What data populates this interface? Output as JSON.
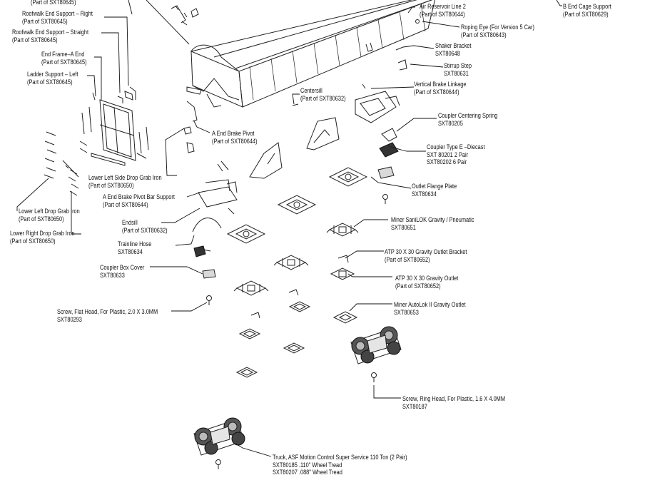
{
  "callouts": [
    {
      "id": "roofwalk-end-support-right-top",
      "lines": [
        "(Part of SXT80645)"
      ]
    },
    {
      "id": "roofwalk-end-support-right",
      "lines": [
        "Roofwalk End Support – Right",
        "(Part of SXT80645)"
      ]
    },
    {
      "id": "roofwalk-end-support-straight",
      "lines": [
        "Roofwalk End Support – Straight",
        "(Part of SXT80645)"
      ]
    },
    {
      "id": "end-frame-a-end",
      "lines": [
        "End Frame–A End",
        "(Part of SXT80645)"
      ]
    },
    {
      "id": "ladder-support-left",
      "lines": [
        "Ladder Support – Left",
        "(Part of SXT80645)"
      ]
    },
    {
      "id": "air-reservoir-line-2",
      "lines": [
        "Air Reservoir Line 2",
        "(Part of SXT80644)"
      ]
    },
    {
      "id": "b-end-cage-support",
      "lines": [
        "B End Cage Support",
        "(Part of SXT80629)"
      ]
    },
    {
      "id": "roping-eye",
      "lines": [
        "Roping Eye (For Version 5 Car)",
        "(Part of SXT80643)"
      ]
    },
    {
      "id": "shaker-bracket",
      "lines": [
        "Shaker Bracket",
        "SXT80648"
      ]
    },
    {
      "id": "stirrup-step",
      "lines": [
        "Stirrup Step",
        "SXT80631"
      ]
    },
    {
      "id": "vertical-brake-linkage",
      "lines": [
        "Vertical Brake Linkage",
        "(Part of SXT80644)"
      ]
    },
    {
      "id": "centersill",
      "lines": [
        "Centersill",
        "(Part of SXT80632)"
      ]
    },
    {
      "id": "coupler-centering-spring",
      "lines": [
        "Coupler Centering Spring",
        "SXT80205"
      ]
    },
    {
      "id": "a-end-brake-pivot",
      "lines": [
        "A End Brake Pivot",
        "(Part of SXT80644)"
      ]
    },
    {
      "id": "coupler-type-e",
      "lines": [
        "Coupler Type E –Diecast",
        "SXT 80201 2 Pair",
        "SXT80202 6 Pair"
      ]
    },
    {
      "id": "lower-left-side-drop-grab-iron",
      "lines": [
        "Lower Left Side Drop Grab Iron",
        "(Part of SXT80650)"
      ]
    },
    {
      "id": "outlet-flange-plate",
      "lines": [
        "Outlet Flange Plate",
        "SXT80634"
      ]
    },
    {
      "id": "a-end-brake-pivot-bar-support",
      "lines": [
        "A End Brake Pivot Bar Support",
        "(Part of SXT80644)"
      ]
    },
    {
      "id": "lower-left-drop-grab-iron",
      "lines": [
        "Lower Left Drop Grab Iron",
        "(Part of SXT80650)"
      ]
    },
    {
      "id": "lower-right-drop-grab-iron",
      "lines": [
        "Lower Right Drop Grab Iron",
        "(Part of SXT80650)"
      ]
    },
    {
      "id": "endsill",
      "lines": [
        "Endsill",
        "(Part of SXT80632)"
      ]
    },
    {
      "id": "miner-sanilok",
      "lines": [
        "Miner SaniLOK Gravity / Pneumatic",
        "SXT80651"
      ]
    },
    {
      "id": "trainline-hose",
      "lines": [
        "Trainline Hose",
        "SXT80634"
      ]
    },
    {
      "id": "atp-outlet-bracket",
      "lines": [
        "ATP 30 X 30 Gravity Outlet Bracket",
        "(Part of SXT80652)"
      ]
    },
    {
      "id": "coupler-box-cover",
      "lines": [
        "Coupler Box Cover",
        "SXT80633"
      ]
    },
    {
      "id": "atp-gravity-outlet",
      "lines": [
        "ATP 30 X 30 Gravity Outlet",
        "(Part of SXT80652)"
      ]
    },
    {
      "id": "miner-autolok",
      "lines": [
        "Miner AutoLok II Gravity Outlet",
        "SXT80653"
      ]
    },
    {
      "id": "screw-flat-head",
      "lines": [
        "Screw, Flat Head, For Plastic, 2.0 X 3.0MM",
        "SXT80293"
      ]
    },
    {
      "id": "screw-ring-head",
      "lines": [
        "Screw, Ring Head, For Plastic, 1.6 X 4.0MM",
        "SXT80187"
      ]
    },
    {
      "id": "truck-asf",
      "lines": [
        "Truck, ASF Motion Control Super Service 110 Ton (2 Pair)",
        "SXT80185  .110\" Wheel Tread",
        "SXT80207  .088\" Wheel Tread"
      ]
    }
  ]
}
